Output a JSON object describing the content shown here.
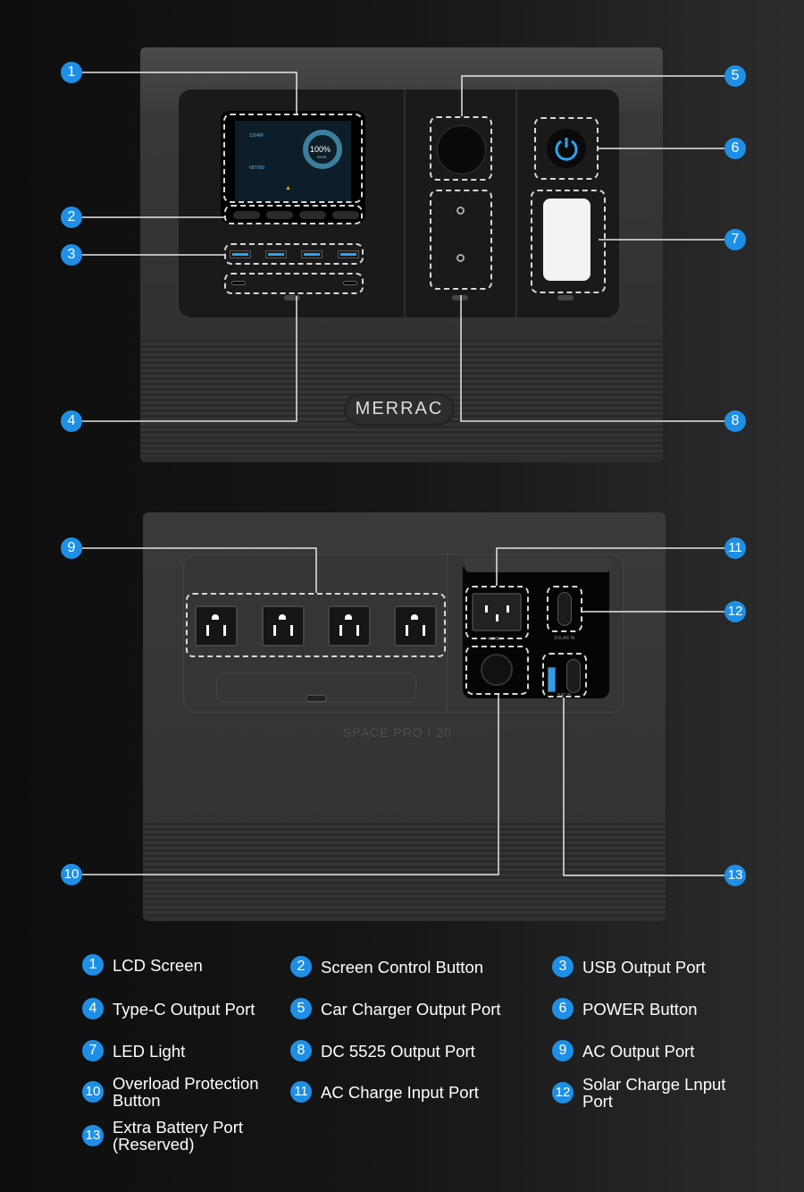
{
  "device_front": {
    "logo": "MERRAC",
    "lcd": {
      "power": "1204W",
      "percent": "100%",
      "time": "99:99",
      "battery_time": "68T059"
    }
  },
  "device_back": {
    "model": "SPACE PRO I 20",
    "port_labels": {
      "ac_in": "AC IN",
      "solar_in": "SOLAR IN",
      "bat_in": "BAT IN"
    }
  },
  "callouts": [
    "1",
    "2",
    "3",
    "4",
    "5",
    "6",
    "7",
    "8",
    "9",
    "10",
    "11",
    "12",
    "13"
  ],
  "legend": [
    {
      "num": "1",
      "label": "LCD Screen"
    },
    {
      "num": "2",
      "label": "Screen Control Button"
    },
    {
      "num": "3",
      "label": "USB Output Port"
    },
    {
      "num": "4",
      "label": "Type-C Output Port"
    },
    {
      "num": "5",
      "label": "Car Charger Output Port"
    },
    {
      "num": "6",
      "label": "POWER Button"
    },
    {
      "num": "7",
      "label": "LED Light"
    },
    {
      "num": "8",
      "label": "DC 5525 Output Port"
    },
    {
      "num": "9",
      "label": "AC Output Port"
    },
    {
      "num": "10",
      "label": "Overload Protection Button"
    },
    {
      "num": "11",
      "label": "AC Charge Input Port"
    },
    {
      "num": "12",
      "label": "Solar Charge Lnput Port"
    },
    {
      "num": "13",
      "label": "Extra Battery Port (Reserved)"
    }
  ],
  "colors": {
    "accent": "#1e8fe6",
    "usb_blue": "#2a9ff0"
  }
}
